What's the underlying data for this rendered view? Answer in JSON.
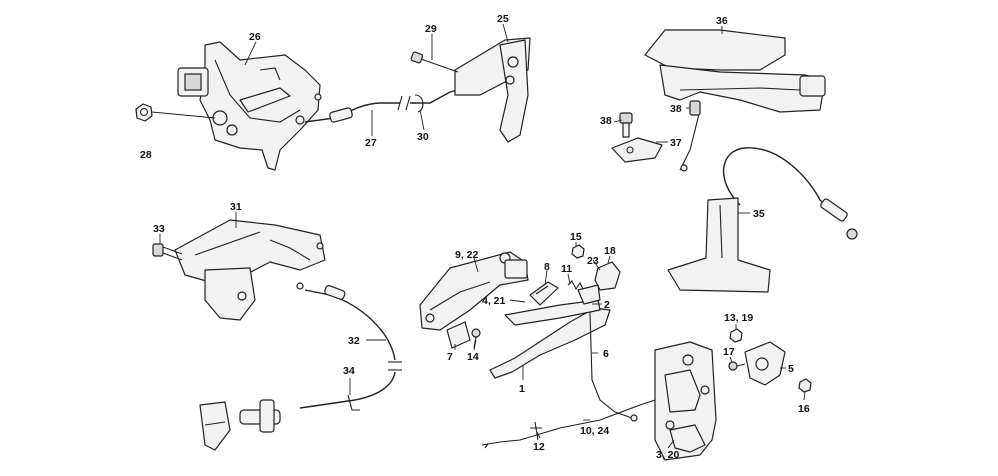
{
  "callouts": {
    "c1": "1",
    "c2": "2",
    "c3_20": "3, 20",
    "c4_21": "4, 21",
    "c5": "5",
    "c6": "6",
    "c7": "7",
    "c8": "8",
    "c9_22": "9, 22",
    "c10_24": "10, 24",
    "c11": "11",
    "c12": "12",
    "c13_19": "13, 19",
    "c14": "14",
    "c15": "15",
    "c16": "16",
    "c17": "17",
    "c18": "18",
    "c23": "23",
    "c25": "25",
    "c26": "26",
    "c27": "27",
    "c28": "28",
    "c29": "29",
    "c30": "30",
    "c31": "31",
    "c32": "32",
    "c33": "33",
    "c34": "34",
    "c35": "35",
    "c36": "36",
    "c37": "37",
    "c38a": "38",
    "c38b": "38"
  }
}
